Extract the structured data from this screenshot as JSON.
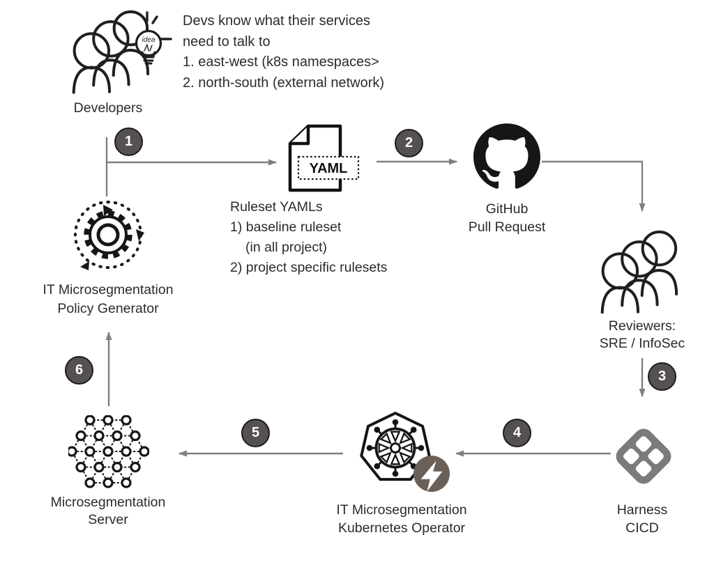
{
  "dev_note": {
    "lines": [
      "Devs know what their services",
      "need to talk to",
      "1. east-west (k8s namespaces>",
      "2. north-south (external network)"
    ]
  },
  "steps": [
    "1",
    "2",
    "3",
    "4",
    "5",
    "6"
  ],
  "nodes": {
    "developers": {
      "label": "Developers"
    },
    "ruleset_yamls": {
      "doc_text": "YAML",
      "lines": [
        "Ruleset YAMLs",
        "1) baseline ruleset",
        "(in all project)",
        "2) project specific rulesets"
      ]
    },
    "github": {
      "lines": [
        "GitHub",
        "Pull Request"
      ]
    },
    "reviewers": {
      "lines": [
        "Reviewers:",
        "SRE / InfoSec"
      ]
    },
    "harness": {
      "lines": [
        "Harness",
        "CICD"
      ]
    },
    "k8s_operator": {
      "lines": [
        "IT Microsegmentation",
        "Kubernetes Operator"
      ]
    },
    "server": {
      "lines": [
        "Microsegmentation",
        "Server"
      ]
    },
    "policy_generator": {
      "lines": [
        "IT Microsegmentation",
        "Policy Generator"
      ]
    }
  },
  "colors": {
    "background": "#ffffff",
    "text": "#2b2b2b",
    "icon_stroke": "#1f1f1f",
    "arrow_gray": "#7f7f7f",
    "badge_fill": "#555150",
    "badge_border": "#1d1b1a",
    "badge_text": "#ffffff",
    "github_black": "#171515",
    "harness_gray": "#7b7b7b",
    "operator_badge_brown": "#6b6057"
  }
}
